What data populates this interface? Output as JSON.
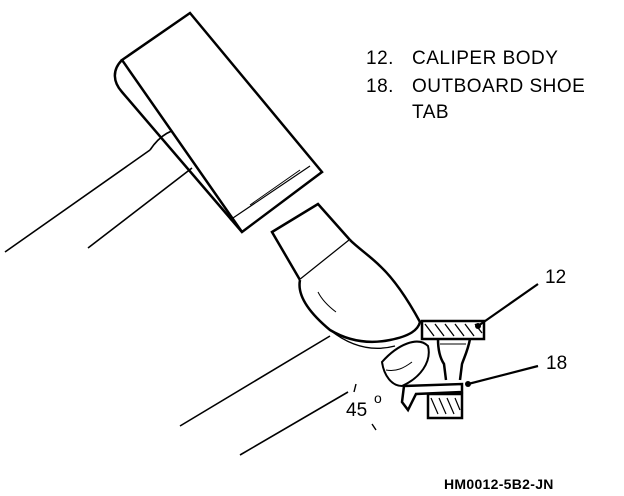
{
  "legend": {
    "items": [
      {
        "number": "12.",
        "text": "CALIPER BODY",
        "text2": ""
      },
      {
        "number": "18.",
        "text": "OUTBOARD SHOE",
        "text2": "TAB"
      }
    ]
  },
  "callouts": [
    {
      "label": "12"
    },
    {
      "label": "18"
    }
  ],
  "angle": {
    "value": "45",
    "unit": "o"
  },
  "figure_code": "HM0012-5B2-JN"
}
